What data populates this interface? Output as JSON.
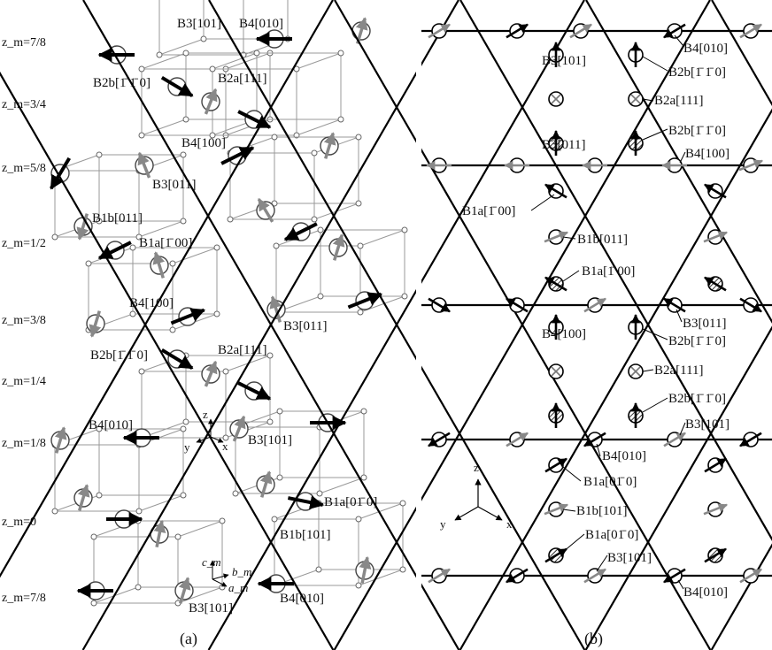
{
  "panel_a": {
    "caption": "(a)",
    "z_labels": [
      "z_m=7/8",
      "z_m=3/4",
      "z_m=5/8",
      "z_m=1/2",
      "z_m=3/8",
      "z_m=1/4",
      "z_m=1/8",
      "z_m=0",
      "z_m=7/8"
    ],
    "labels": [
      "B3[101]",
      "B4[010]",
      "B2b[1̄ 1̄ 0]",
      "B2a[111]",
      "B4[100]",
      "B3[011]",
      "B1b[011]",
      "B1a[1̄ 00]",
      "B4[100]",
      "B3[011]",
      "B2b[1̄ 1̄ 0]",
      "B2a[111]",
      "B4[010]",
      "B3[101]",
      "B1a[01̄ 0]",
      "B1b[101]",
      "B3[101]",
      "B4[010]"
    ],
    "axes_xyz": [
      "z",
      "y",
      "x"
    ],
    "axes_m": [
      "c_m",
      "b_m",
      "a_m"
    ]
  },
  "panel_b": {
    "caption": "(b)",
    "labels": [
      "B4[010]",
      "B3[101]",
      "B2b[1̄ 1̄ 0]",
      "B2a[111]",
      "B2b[1̄ 1̄ 0]",
      "B3[011]",
      "B4[100]",
      "B1a[1̄ 00]",
      "B1b[011]",
      "B1a[1̄ 00]",
      "B3[011]",
      "B4[100]",
      "B2b[1̄ 1̄ 0]",
      "B2a[111]",
      "B2b[1̄ 1̄ 0]",
      "B3[101]",
      "B4[010]",
      "B1a[01̄ 0]",
      "B1b[101]",
      "B1a[01̄ 0]",
      "B3[101]",
      "B4[010]"
    ],
    "axes": [
      "z",
      "y",
      "x"
    ]
  }
}
